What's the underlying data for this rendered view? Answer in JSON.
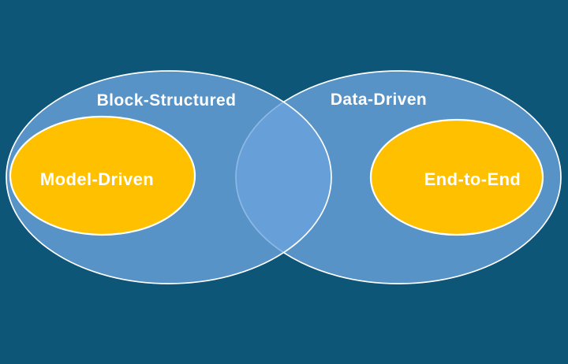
{
  "diagram": {
    "colors": {
      "background": "#0E5678",
      "set_fill": "#6BA4DD",
      "subset_fill": "#FFC000",
      "outline": "#FFFFFF",
      "label_color": "#FFFFFF"
    },
    "left_set": {
      "label": "Block-Structured",
      "subset_label": "Model-Driven"
    },
    "right_set": {
      "label": "Data-Driven",
      "subset_label": "End-to-End"
    }
  }
}
